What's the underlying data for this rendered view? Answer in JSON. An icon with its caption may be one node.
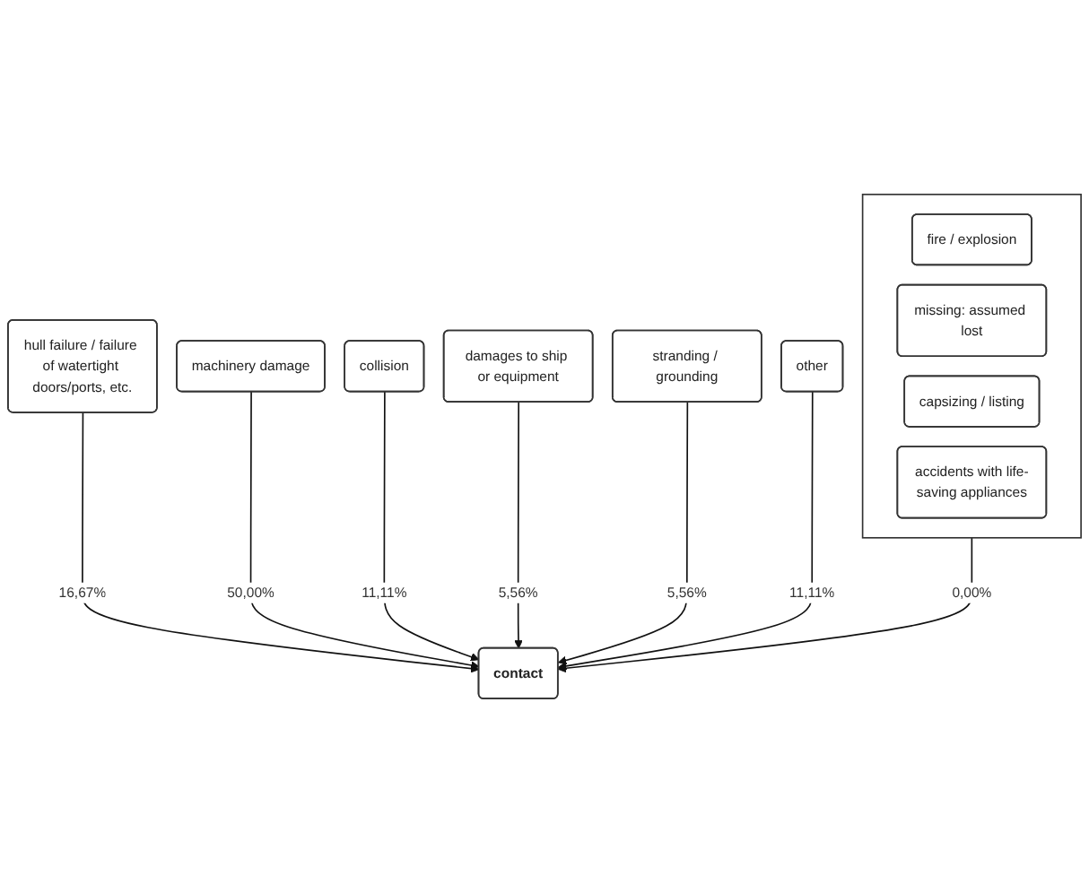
{
  "diagram": {
    "nodes": [
      {
        "text": [
          "hull failure / failure of watertight doors/ports, etc."
        ]
      },
      {
        "text": [
          "machinery damage"
        ]
      },
      {
        "text": [
          "collision"
        ]
      },
      {
        "text": [
          "damages to ship or equipment"
        ]
      },
      {
        "text": [
          "contact"
        ]
      },
      {
        "text": [
          "stranding / grounding"
        ]
      },
      {
        "text": [
          "other"
        ]
      },
      {
        "text": [],
        "shape": "box"
      },
      {
        "text": [
          "fire / explosion"
        ],
        "in": 7
      },
      {
        "text": [
          "missing: assumed lost"
        ],
        "in": 7
      },
      {
        "text": [
          "capsizing / listing"
        ],
        "in": 7
      },
      {
        "text": [
          "accidents with life-saving appliances"
        ],
        "in": 7
      }
    ],
    "edges": [
      {
        "from": 0,
        "to": 4,
        "arrow": "to",
        "label": "16,67%"
      },
      {
        "from": 1,
        "to": 4,
        "arrow": "to",
        "label": "50,00%"
      },
      {
        "from": 2,
        "to": 4,
        "arrow": "to",
        "label": "11,11%"
      },
      {
        "from": 3,
        "to": 4,
        "arrow": "to",
        "label": "5,56%"
      },
      {
        "from": 5,
        "to": 4,
        "arrow": "to",
        "label": "5,56%"
      },
      {
        "from": 6,
        "to": 4,
        "arrow": "to",
        "label": "11,11%"
      },
      {
        "from": 7,
        "to": 4,
        "arrow": "to",
        "label": "0,00%"
      }
    ]
  }
}
